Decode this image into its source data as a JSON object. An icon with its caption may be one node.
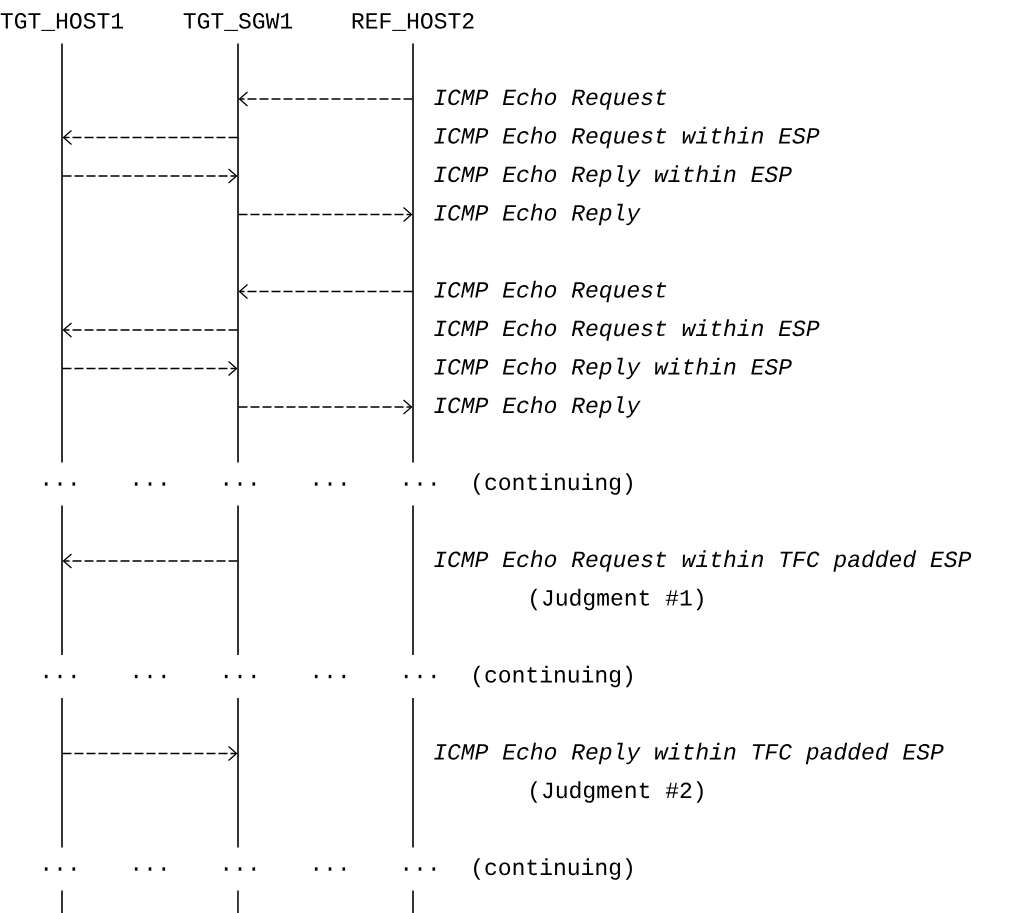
{
  "diagram": {
    "nodes": [
      {
        "text": [
          "TGT_HOST1"
        ]
      },
      {
        "text": [
          "TGT_SGW1"
        ]
      },
      {
        "text": [
          "REF_HOST2"
        ]
      }
    ],
    "edges": [
      {
        "from": 2,
        "to": 1,
        "arrow": "to"
      },
      {
        "from": 1,
        "to": 0,
        "arrow": "to"
      },
      {
        "from": 0,
        "to": 1,
        "arrow": "to"
      },
      {
        "from": 1,
        "to": 2,
        "arrow": "to"
      },
      {
        "from": 2,
        "to": 1,
        "arrow": "to"
      },
      {
        "from": 1,
        "to": 0,
        "arrow": "to"
      },
      {
        "from": 0,
        "to": 1,
        "arrow": "to"
      },
      {
        "from": 1,
        "to": 2,
        "arrow": "to"
      },
      {
        "from": 1,
        "to": 0,
        "arrow": "to"
      },
      {
        "from": 0,
        "to": 1,
        "arrow": "to"
      }
    ],
    "labels": [
      "ICMP Echo Request",
      "ICMP Echo Request within ESP",
      "ICMP Echo Reply within ESP",
      "ICMP Echo Reply",
      "ICMP Echo Request",
      "ICMP Echo Request within ESP",
      "ICMP Echo Reply within ESP",
      "ICMP Echo Reply",
      "...",
      "...",
      "...",
      "...",
      "...",
      "(continuing)",
      "ICMP Echo Request within TFC padded ESP",
      "(Judgment #1)",
      "...",
      "...",
      "...",
      "...",
      "...",
      "(continuing)",
      "ICMP Echo Reply within TFC padded ESP",
      "(Judgment #2)",
      "...",
      "...",
      "...",
      "...",
      "...",
      "(continuing)"
    ]
  }
}
